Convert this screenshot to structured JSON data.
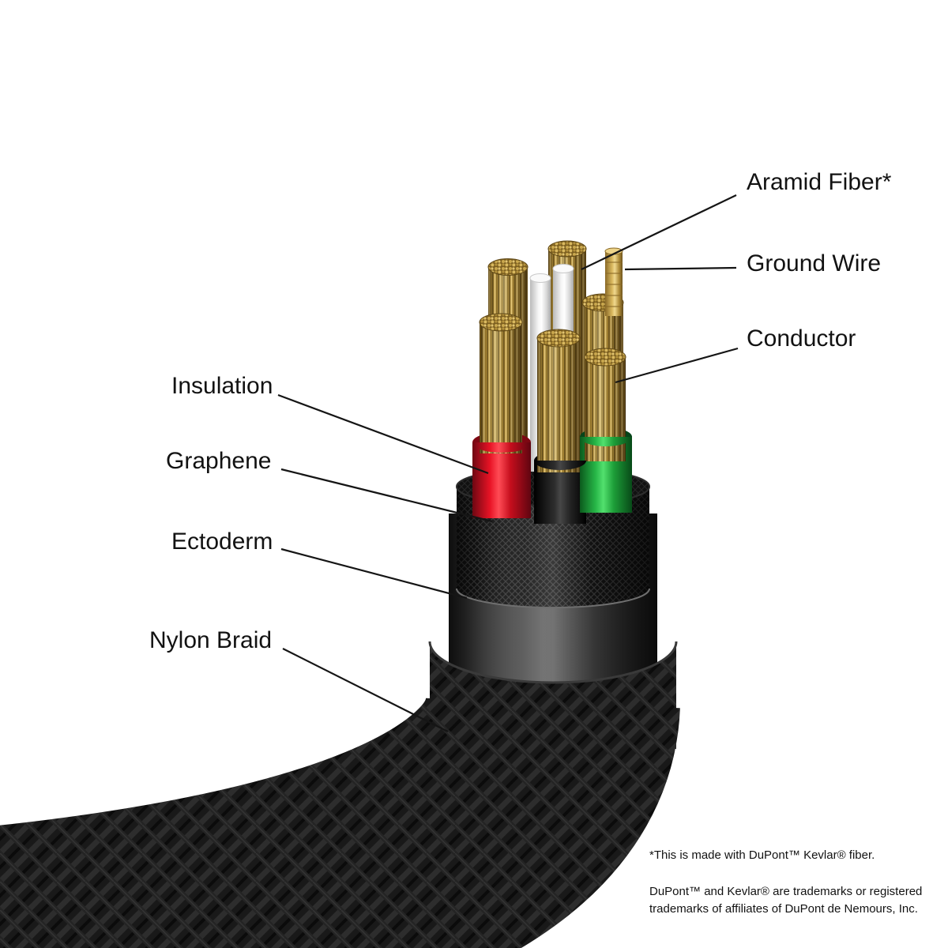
{
  "diagram": {
    "callouts": [
      {
        "id": "aramid-fiber",
        "text": "Aramid Fiber*"
      },
      {
        "id": "ground-wire",
        "text": "Ground Wire"
      },
      {
        "id": "conductor",
        "text": "Conductor"
      },
      {
        "id": "insulation",
        "text": "Insulation"
      },
      {
        "id": "graphene",
        "text": "Graphene"
      },
      {
        "id": "ectoderm",
        "text": "Ectoderm"
      },
      {
        "id": "nylon-braid",
        "text": "Nylon Braid"
      }
    ],
    "footnotes": [
      "*This is made with DuPont™ Kevlar® fiber.",
      "DuPont™ and Kevlar® are trademarks or registered trademarks of affiliates of DuPont de Nemours, Inc."
    ],
    "colors": {
      "background": "#ffffff",
      "text": "#121212",
      "insulation_red": "#e01020",
      "insulation_green": "#2bb84a",
      "insulation_black": "#1a1a1a",
      "conductor_gold": "#c7a04a",
      "aramid_white": "#f2f2f2",
      "braid_black": "#1a1a1a"
    }
  }
}
